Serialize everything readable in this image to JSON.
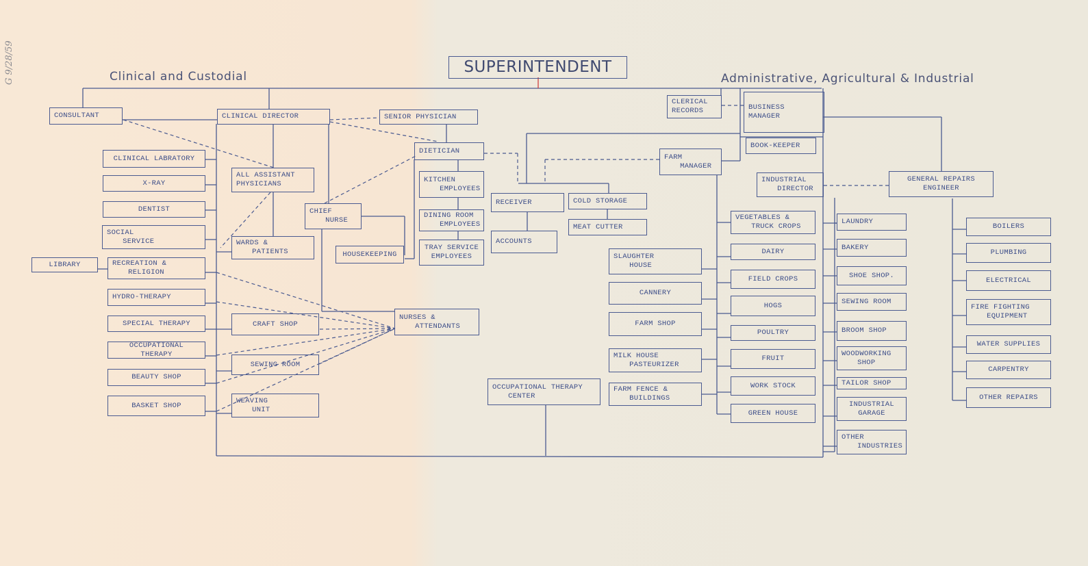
{
  "document": {
    "annotation": "G 9/28/59",
    "title": "SUPERINTENDENT",
    "left_heading": "Clinical and Custodial",
    "right_heading": "Administrative, Agricultural & Industrial"
  },
  "colors": {
    "ink": "#3b4c88",
    "paper_left": "#f8e8d6",
    "paper_right": "#ece8dc",
    "red_mark": "#d04040"
  },
  "nodes": {
    "consultant": [
      "CONSULTANT"
    ],
    "clinical_director": [
      "CLINICAL DIRECTOR"
    ],
    "senior_physician": [
      "SENIOR PHYSICIAN"
    ],
    "clinical_laboratory": [
      "CLINICAL LABRATORY"
    ],
    "x_ray": [
      "X-RAY"
    ],
    "dentist": [
      "DENTIST"
    ],
    "social_service": [
      "SOCIAL",
      "SERVICE"
    ],
    "library": [
      "LIBRARY"
    ],
    "recreation_religion": [
      "RECREATION &",
      "RELIGION"
    ],
    "hydro_therapy": [
      "HYDRO-THERAPY"
    ],
    "special_therapy": [
      "SPECIAL THERAPY"
    ],
    "occupational_therapy": [
      "OCCUPATIONAL THERAPY"
    ],
    "beauty_shop": [
      "BEAUTY SHOP"
    ],
    "basket_shop": [
      "BASKET SHOP"
    ],
    "all_assistant_physicians": [
      "ALL ASSISTANT",
      "PHYSICIANS"
    ],
    "wards_patients": [
      "WARDS &",
      "PATIENTS"
    ],
    "craft_shop": [
      "CRAFT SHOP"
    ],
    "sewing_room_clinical": [
      "SEWING ROOM"
    ],
    "weaving_unit": [
      "WEAVING",
      "UNIT"
    ],
    "chief_nurse": [
      "CHIEF",
      "NURSE"
    ],
    "housekeeping": [
      "HOUSEKEEPING"
    ],
    "nurses_attendants": [
      "NURSES &",
      "ATTENDANTS"
    ],
    "dietician": [
      "DIETICIAN"
    ],
    "kitchen_employees": [
      "KITCHEN",
      "EMPLOYEES"
    ],
    "dining_room_employees": [
      "DINING ROOM",
      "EMPLOYEES"
    ],
    "tray_service_employees": [
      "TRAY SERVICE",
      "EMPLOYEES"
    ],
    "receiver": [
      "RECEIVER"
    ],
    "accounts": [
      "ACCOUNTS"
    ],
    "cold_storage": [
      "COLD STORAGE"
    ],
    "meat_cutter": [
      "MEAT CUTTER"
    ],
    "clerical_records": [
      "CLERICAL",
      "RECORDS"
    ],
    "business_manager": [
      "BUSINESS MANAGER"
    ],
    "book_keeper": [
      "BOOK-KEEPER"
    ],
    "farm_manager": [
      "FARM",
      "MANAGER"
    ],
    "industrial_director": [
      "INDUSTRIAL",
      "DIRECTOR"
    ],
    "general_repairs_engineer": [
      "GENERAL REPAIRS",
      "ENGINEER"
    ],
    "slaughter_house": [
      "SLAUGHTER",
      "HOUSE"
    ],
    "cannery": [
      "CANNERY"
    ],
    "farm_shop": [
      "FARM SHOP"
    ],
    "milk_house_pasteurizer": [
      "MILK HOUSE",
      "PASTEURIZER"
    ],
    "farm_fence_buildings": [
      "FARM FENCE &",
      "BUILDINGS"
    ],
    "occupational_therapy_center": [
      "OCCUPATIONAL THERAPY",
      "CENTER"
    ],
    "vegetables_truck_crops": [
      "VEGETABLES &",
      "TRUCK CROPS"
    ],
    "dairy": [
      "DAIRY"
    ],
    "field_crops": [
      "FIELD CROPS"
    ],
    "hogs": [
      "HOGS"
    ],
    "poultry": [
      "POULTRY"
    ],
    "fruit": [
      "FRUIT"
    ],
    "work_stock": [
      "WORK STOCK"
    ],
    "green_house": [
      "GREEN HOUSE"
    ],
    "laundry": [
      "LAUNDRY"
    ],
    "bakery": [
      "BAKERY"
    ],
    "shoe_shop": [
      "SHOE SHOP."
    ],
    "sewing_room_industrial": [
      "SEWING ROOM"
    ],
    "broom_shop": [
      "BROOM SHOP"
    ],
    "woodworking_shop": [
      "WOODWORKING",
      "SHOP"
    ],
    "tailor_shop": [
      "TAILOR SHOP"
    ],
    "industrial_garage": [
      "INDUSTRIAL",
      "GARAGE"
    ],
    "other_industries": [
      "OTHER",
      "INDUSTRIES"
    ],
    "boilers": [
      "BOILERS"
    ],
    "plumbing": [
      "PLUMBING"
    ],
    "electrical": [
      "ELECTRICAL"
    ],
    "fire_fighting_equipment": [
      "FIRE FIGHTING",
      "EQUIPMENT"
    ],
    "water_supplies": [
      "WATER SUPPLIES"
    ],
    "carpentry": [
      "CARPENTRY"
    ],
    "other_repairs": [
      "OTHER REPAIRS"
    ]
  },
  "relationships": {
    "solid": [
      [
        "superintendent",
        "consultant"
      ],
      [
        "superintendent",
        "clinical_director"
      ],
      [
        "superintendent",
        "senior_physician"
      ],
      [
        "superintendent",
        "business_manager"
      ],
      [
        "clinical_director",
        "clinical_laboratory"
      ],
      [
        "clinical_director",
        "x_ray"
      ],
      [
        "clinical_director",
        "dentist"
      ],
      [
        "clinical_director",
        "social_service"
      ],
      [
        "clinical_director",
        "recreation_religion"
      ],
      [
        "clinical_director",
        "hydro_therapy"
      ],
      [
        "clinical_director",
        "special_therapy"
      ],
      [
        "clinical_director",
        "occupational_therapy"
      ],
      [
        "clinical_director",
        "beauty_shop"
      ],
      [
        "clinical_director",
        "basket_shop"
      ],
      [
        "clinical_director",
        "all_assistant_physicians"
      ],
      [
        "clinical_director",
        "wards_patients"
      ],
      [
        "clinical_director",
        "craft_shop"
      ],
      [
        "clinical_director",
        "sewing_room_clinical"
      ],
      [
        "clinical_director",
        "weaving_unit"
      ],
      [
        "clinical_director",
        "chief_nurse"
      ],
      [
        "recreation_religion",
        "library"
      ],
      [
        "chief_nurse",
        "housekeeping"
      ],
      [
        "chief_nurse",
        "nurses_attendants"
      ],
      [
        "senior_physician",
        "dietician"
      ],
      [
        "dietician",
        "kitchen_employees"
      ],
      [
        "kitchen_employees",
        "dining_room_employees"
      ],
      [
        "dining_room_employees",
        "tray_service_employees"
      ],
      [
        "business_manager",
        "book_keeper"
      ],
      [
        "business_manager",
        "farm_manager"
      ],
      [
        "business_manager",
        "receiver"
      ],
      [
        "business_manager",
        "cold_storage"
      ],
      [
        "business_manager",
        "industrial_director"
      ],
      [
        "business_manager",
        "general_repairs_engineer"
      ],
      [
        "receiver",
        "accounts"
      ],
      [
        "cold_storage",
        "meat_cutter"
      ],
      [
        "farm_manager",
        "slaughter_house"
      ],
      [
        "farm_manager",
        "cannery"
      ],
      [
        "farm_manager",
        "farm_shop"
      ],
      [
        "farm_manager",
        "milk_house_pasteurizer"
      ],
      [
        "farm_manager",
        "farm_fence_buildings"
      ],
      [
        "farm_manager",
        "vegetables_truck_crops"
      ],
      [
        "farm_manager",
        "dairy"
      ],
      [
        "farm_manager",
        "field_crops"
      ],
      [
        "farm_manager",
        "hogs"
      ],
      [
        "farm_manager",
        "poultry"
      ],
      [
        "farm_manager",
        "fruit"
      ],
      [
        "farm_manager",
        "work_stock"
      ],
      [
        "farm_manager",
        "green_house"
      ],
      [
        "industrial_director",
        "laundry"
      ],
      [
        "industrial_director",
        "bakery"
      ],
      [
        "industrial_director",
        "shoe_shop"
      ],
      [
        "industrial_director",
        "sewing_room_industrial"
      ],
      [
        "industrial_director",
        "broom_shop"
      ],
      [
        "industrial_director",
        "woodworking_shop"
      ],
      [
        "industrial_director",
        "tailor_shop"
      ],
      [
        "industrial_director",
        "industrial_garage"
      ],
      [
        "industrial_director",
        "other_industries"
      ],
      [
        "general_repairs_engineer",
        "boilers"
      ],
      [
        "general_repairs_engineer",
        "plumbing"
      ],
      [
        "general_repairs_engineer",
        "electrical"
      ],
      [
        "general_repairs_engineer",
        "fire_fighting_equipment"
      ],
      [
        "general_repairs_engineer",
        "water_supplies"
      ],
      [
        "general_repairs_engineer",
        "carpentry"
      ],
      [
        "general_repairs_engineer",
        "other_repairs"
      ],
      [
        "occupational_therapy_center",
        "clinical_director"
      ]
    ],
    "dashed": [
      [
        "clinical_director",
        "senior_physician"
      ],
      [
        "consultant",
        "all_assistant_physicians"
      ],
      [
        "clinical_director",
        "dietician"
      ],
      [
        "chief_nurse",
        "dietician"
      ],
      [
        "all_assistant_physicians",
        "wards_patients"
      ],
      [
        "dietician",
        "receiver"
      ],
      [
        "farm_manager",
        "receiver"
      ],
      [
        "clerical_records",
        "business_manager"
      ],
      [
        "industrial_director",
        "general_repairs_engineer"
      ],
      [
        "recreation_religion",
        "nurses_attendants"
      ],
      [
        "hydro_therapy",
        "nurses_attendants"
      ],
      [
        "craft_shop",
        "nurses_attendants"
      ],
      [
        "occupational_therapy",
        "nurses_attendants"
      ],
      [
        "sewing_room_clinical",
        "nurses_attendants"
      ],
      [
        "beauty_shop",
        "nurses_attendants"
      ],
      [
        "basket_shop",
        "nurses_attendants"
      ]
    ]
  }
}
